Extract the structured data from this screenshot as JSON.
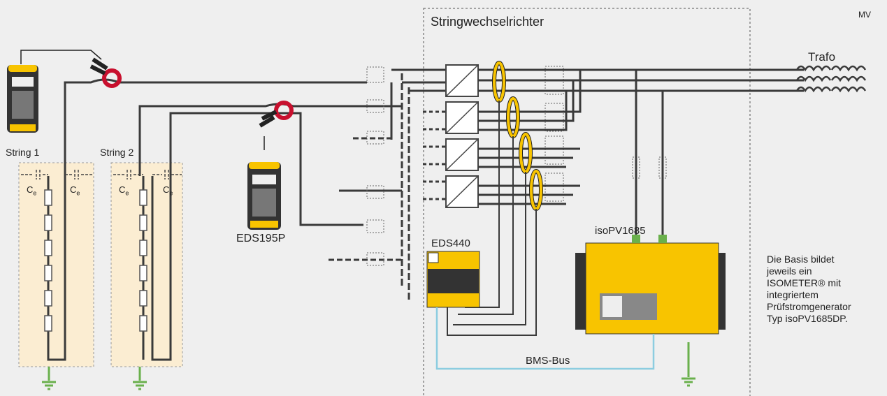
{
  "labels": {
    "mv": "MV",
    "inverter_title": "Stringwechselrichter",
    "trafo": "Trafo",
    "string1": "String 1",
    "string2": "String 2",
    "capacitance": "C",
    "capacitance_sub": "e",
    "eds195p": "EDS195P",
    "eds440": "EDS440",
    "isopv": "isoPV1685",
    "bms_bus": "BMS-Bus"
  },
  "note_lines": [
    "Die Basis bildet",
    "jeweils ein",
    "ISOMETER® mit",
    "integriertem",
    "Prüfstromgenerator",
    "Typ isoPV1685DP."
  ],
  "colors": {
    "background": "#efefef",
    "panel_fill": "#fbedd2",
    "accent_yellow": "#f8c400",
    "clamp_red": "#c8102e",
    "bus_blue": "#8ccde0",
    "wire": "#3a3a3a",
    "earth_green": "#6ab04c"
  }
}
